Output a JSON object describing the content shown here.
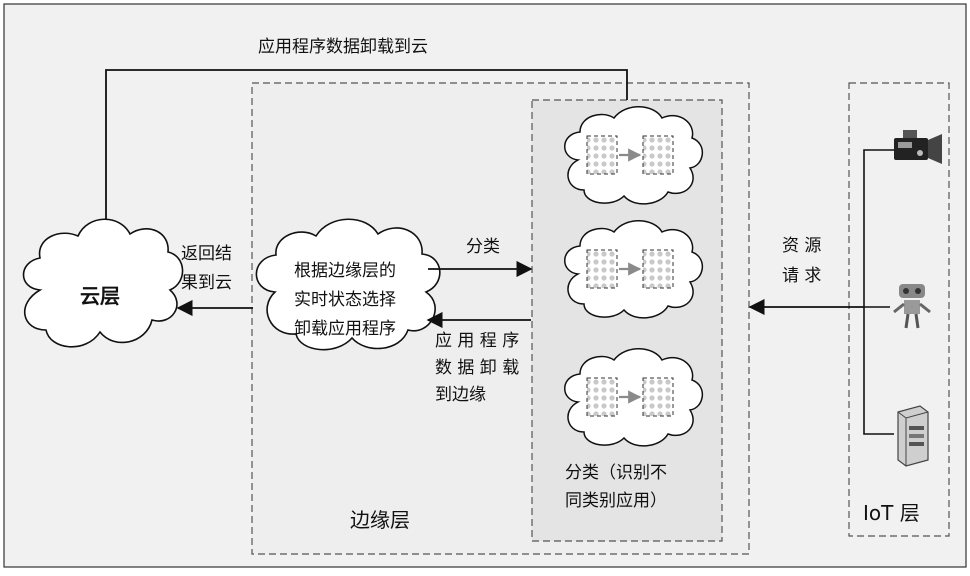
{
  "colors": {
    "outer_bg": "#f1f1f1",
    "edge_bg": "#eeeeee",
    "inner_bg": "#e4e4e4",
    "cloud_fill": "#ffffff",
    "line": "#111111",
    "dashed": "#555555",
    "dot": "#c9c9c9",
    "mini_arrow": "#8a8a8a"
  },
  "top_label": "应用程序数据卸载到云",
  "cloud_layer": {
    "label": "云层"
  },
  "return_result": {
    "line1": "返回结",
    "line2": "果到云"
  },
  "edge_layer": {
    "label": "边缘层"
  },
  "decision_cloud": {
    "line1": "根据边缘层的",
    "line2": "实时状态选择",
    "line3": "卸载应用程序"
  },
  "classify_label": "分类",
  "offload_edge": {
    "line1": "应 用 程 序",
    "line2": "数 据 卸 载",
    "line3": "到边缘"
  },
  "classify_note": {
    "line1": "分类（识别不",
    "line2": "同类别应用）"
  },
  "resource_request": {
    "line1": "资 源",
    "line2": "请 求"
  },
  "iot_layer": {
    "label": "IoT 层"
  },
  "devices": [
    {
      "icon": "video-camera-icon"
    },
    {
      "icon": "robot-icon"
    },
    {
      "icon": "server-device-icon"
    }
  ],
  "app_clouds": [
    {
      "name": "app-class-cloud-1"
    },
    {
      "name": "app-class-cloud-2"
    },
    {
      "name": "app-class-cloud-3"
    }
  ]
}
